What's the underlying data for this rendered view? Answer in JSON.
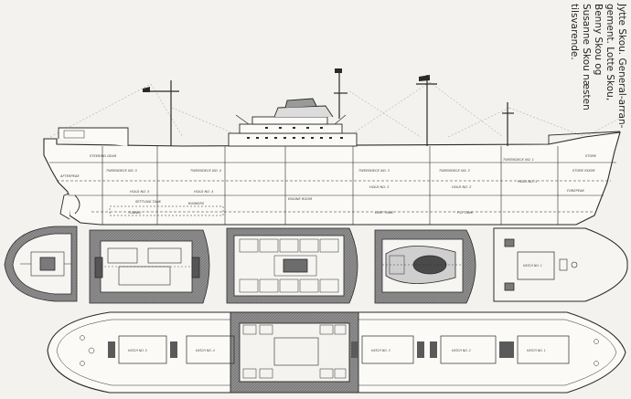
{
  "caption": {
    "lines": [
      "Jytte Skou. General-arran-",
      "gement. Lotte Skou,",
      "Benny Skou og",
      "Susanne Skou næsten",
      "tilsvarende."
    ]
  },
  "profile_labels": {
    "tweendeck_5": "TWEENDECK NO. 5",
    "tweendeck_4": "TWEENDECK NO. 4",
    "tweendeck_3": "TWEENDECK NO. 3",
    "tweendeck_2": "TWEENDECK NO. 2",
    "tweendeck_1": "TWEENDECK NO. 1",
    "hold_5": "HOLD NO. 5",
    "hold_4": "HOLD NO. 4",
    "hold_3": "HOLD NO. 3",
    "hold_2": "HOLD NO. 2",
    "hold_1": "HOLD NO. 1",
    "engine_room": "ENGINE ROOM",
    "tunnel": "TUNNEL",
    "afterpeak": "AFTERPEAK",
    "fore_peak": "FOREPEAK",
    "store": "STORE",
    "deep_tank": "DEEP TANK",
    "steering": "STEERING GEAR",
    "settling": "SETTLING TANK",
    "bunkers": "BUNKERS",
    "fo_tank": "F.O. TANK",
    "store_room": "STORE ROOM"
  },
  "deck_labels": {
    "hatch_1": "HATCH NO. 1",
    "hatch_2": "HATCH NO. 2",
    "hatch_3": "HATCH NO. 3",
    "hatch_4": "HATCH NO. 4",
    "hatch_5": "HATCH NO. 5"
  }
}
